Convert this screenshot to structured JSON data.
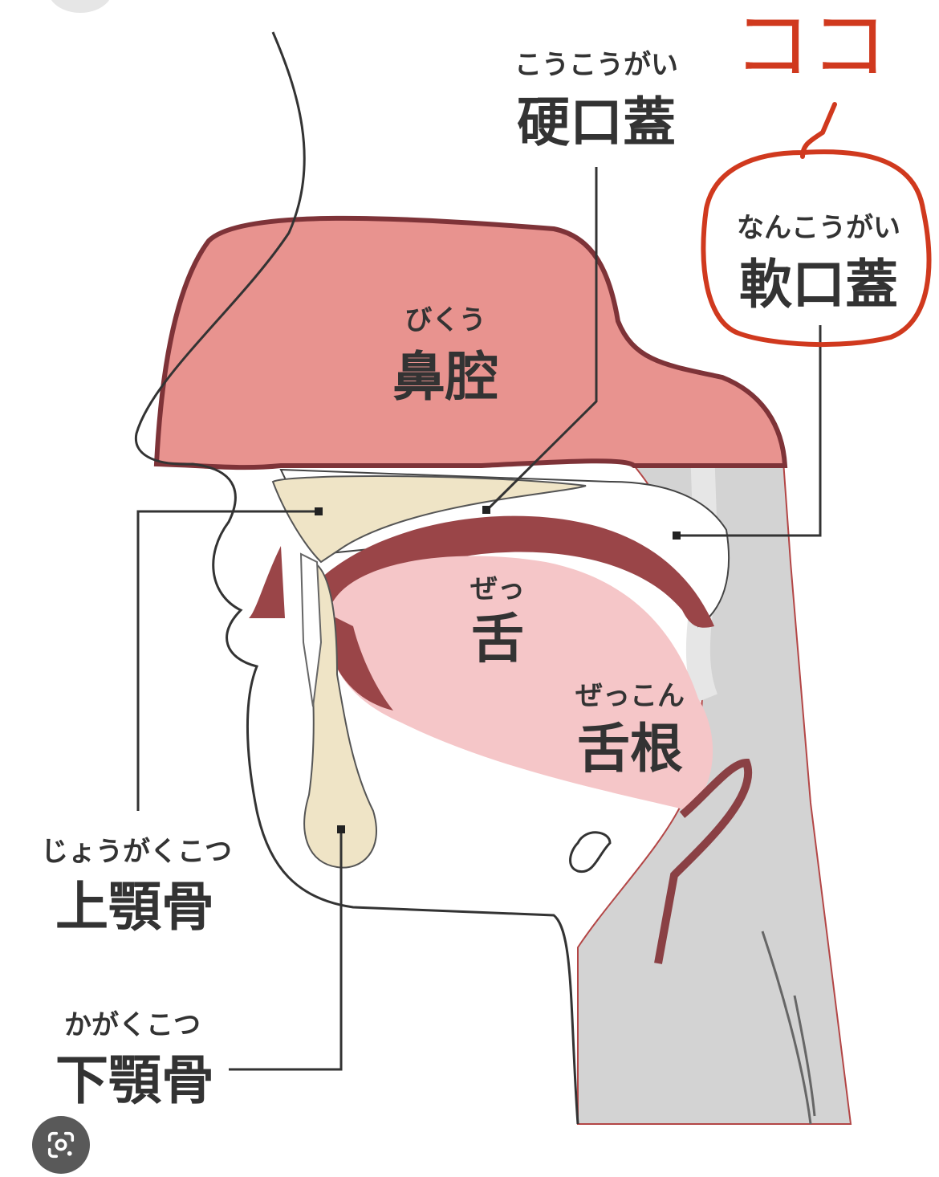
{
  "labels": {
    "hard_palate": {
      "ruby": "こうこうがい",
      "kanji": "硬口蓋"
    },
    "soft_palate": {
      "ruby": "なんこうがい",
      "kanji": "軟口蓋"
    },
    "nasal_cavity": {
      "ruby": "びくう",
      "kanji": "鼻腔"
    },
    "tongue": {
      "ruby": "ぜっ",
      "kanji": "舌"
    },
    "tongue_root": {
      "ruby": "ぜっこん",
      "kanji": "舌根"
    },
    "maxilla": {
      "ruby": "じょうがくこつ",
      "kanji": "上顎骨"
    },
    "mandible": {
      "ruby": "かがくこつ",
      "kanji": "下顎骨"
    }
  },
  "annotation": {
    "text": "ココ",
    "color": "#d0391e"
  },
  "colors": {
    "nasal": "#e8938f",
    "nasal_edge": "#7e3338",
    "tongue": "#f5c6c8",
    "bone": "#efe4c6",
    "pharynx": "#d3d3d3"
  },
  "lens_button": {
    "icon": "google-lens-icon"
  }
}
